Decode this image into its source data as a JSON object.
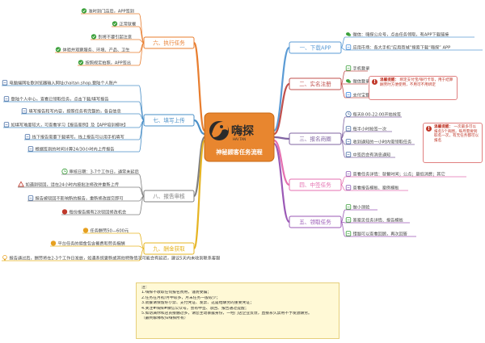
{
  "center": {
    "logo_cn": "嗨探",
    "logo_en": "HAI TAN",
    "subtitle": "神秘顾客任务流程"
  },
  "branches": [
    {
      "key": "b1",
      "label": "一、下载APP",
      "color": "#5b9bd5",
      "leaves": [
        {
          "text": "微信：嗨探公众号，点击任务领取，有APP下载链接",
          "icon": "wechat-icon",
          "color": "#3aa03a"
        },
        {
          "text": "应用市场：各大手机“应用商城”搜索下载“嗨探” APP",
          "icon": "app-store-icon",
          "color": "#4a90d9"
        }
      ]
    },
    {
      "key": "b2",
      "label": "二、实名注册",
      "color": "#c0504d",
      "leaves": [
        {
          "text": "手机登录",
          "icon": "phone-icon",
          "color": "#3aa03a"
        },
        {
          "text": "微信登录",
          "icon": "wechat-icon",
          "color": "#3aa03a"
        },
        {
          "text": "支付宝登录",
          "icon": "alipay-icon",
          "color": "#2b7de0"
        }
      ]
    },
    {
      "key": "b3",
      "label": "三、报名商圈",
      "color": "#8064a2",
      "leaves": [
        {
          "text": "每天8:00-22:00开始抢签",
          "icon": "clock-icon",
          "color": "#4a6fa5"
        },
        {
          "text": "每半小时抢签一次",
          "icon": "refresh-icon",
          "color": "#4a6fa5"
        },
        {
          "text": "收到通知的一小时内需领取任务",
          "icon": "bell-icon",
          "color": "#4a6fa5"
        },
        {
          "text": "中签后会有消息通知",
          "icon": "message-icon",
          "color": "#4a6fa5"
        }
      ]
    },
    {
      "key": "b4",
      "label": "四、中签任务",
      "color": "#e56fb0",
      "leaves": [
        {
          "text": "查看任务详情：就餐时间；公点；最低消费；其它",
          "icon": "eye-icon",
          "color": "#8a5ab5"
        },
        {
          "text": "查看报告模板、案例模板",
          "icon": "document-icon",
          "color": "#8a5ab5"
        }
      ]
    },
    {
      "key": "b5",
      "label": "五、领取任务",
      "color": "#9b59b6",
      "leaves": [
        {
          "text": "做小测验",
          "icon": "quiz-icon",
          "color": "#3aa03a"
        },
        {
          "text": "答案见任务详情、报告模板",
          "icon": "clipboard-icon",
          "color": "#3aa03a"
        },
        {
          "text": "错题可以查看回顾，再次回答",
          "icon": "review-icon",
          "color": "#3aa03a"
        }
      ]
    },
    {
      "key": "b6",
      "label": "六、执行任务",
      "color": "#e87d2e",
      "leaves": [
        {
          "text": "准时到门店后，APP签到",
          "icon": "check-icon",
          "color": "#3aa03a"
        },
        {
          "text": "正常就餐",
          "icon": "check-icon",
          "color": "#3aa03a"
        },
        {
          "text": "别将不要引起注意",
          "icon": "check-icon",
          "color": "#3aa03a"
        },
        {
          "text": "体验并观察服务、环境、产品、卫生",
          "icon": "check-icon",
          "color": "#3aa03a"
        },
        {
          "text": "按照规定拍照，APP签出",
          "icon": "check-icon",
          "color": "#3aa03a"
        }
      ]
    },
    {
      "key": "b7",
      "label": "七、填写上传",
      "color": "#4a8fc7",
      "leaves": [
        {
          "text": "电脑端网址歌浏览器输入网址chaitan.shop,登陆个人账户",
          "icon": "computer-icon",
          "color": "#4a6fa5"
        },
        {
          "text": "登陆个人中心，查看已领取任务，点击下载/填写报告",
          "icon": "edit-icon",
          "color": "#4a6fa5"
        },
        {
          "text": "填写报告和写内容，按照任务有完整的，各自信息",
          "icon": "form-icon",
          "color": "#4a6fa5"
        },
        {
          "text": "如填写难度较大，可查看学习【报告案例】及【APP培训模块】",
          "icon": "help-icon",
          "color": "#4a6fa5"
        },
        {
          "text": "线下报告需要下载填写，线上报告可以用手机填写",
          "icon": "download-icon",
          "color": "#4a6fa5"
        },
        {
          "text": "根据签到的时间计算24/30小时内上传报告",
          "icon": "upload-icon",
          "color": "#4a6fa5"
        }
      ]
    },
    {
      "key": "b8",
      "label": "八、报告审核",
      "color": "#7f7f7f",
      "leaves": [
        {
          "text": "审核日期：3-7个工作日，通常未延后",
          "icon": "hourglass-icon",
          "color": "#3aa03a"
        },
        {
          "text": "如遇到驳回，请在24小时内按批注修改并重新上传",
          "icon": "warning-icon",
          "color": "#c0392b"
        },
        {
          "text": "报告被驳回不影响新的报告，重新修改提交即可",
          "icon": "info-icon",
          "color": "#4a6fa5"
        },
        {
          "text": "每份报告拥有2次驳回修改机会",
          "icon": "chance-icon",
          "color": "#c0392b"
        }
      ]
    },
    {
      "key": "b9",
      "label": "九、酬金获取",
      "color": "#e6b422",
      "leaves": [
        {
          "text": "任务酬劳50—600元",
          "icon": "money-icon",
          "color": "#e6a020"
        },
        {
          "text": "平台任务的佣金包含餐费和劳务报酬",
          "icon": "wallet-icon",
          "color": "#e6a020"
        },
        {
          "text": "报告通过后，酬劳将在2-3个工作日发放，如遇系统更新或其他特殊情况可能会有延迟，建议5天内未收到联系客服",
          "icon": "lightbulb-icon",
          "color": "#e6a020"
        }
      ]
    }
  ],
  "callouts": {
    "register": {
      "title": "温馨提醒：",
      "text": "绑定支付宝/银行卡等，用于结算酬劳时方便使用，不用可不用绑定"
    },
    "signup": {
      "title": "温馨提醒：",
      "text": "一次最多可以报名5个商圈，每月需要到取名一次，有无任务都可以报名"
    }
  },
  "note": {
    "title": "注：",
    "lines": [
      "1.嗨探不收取任何报名费用，谨防受骗；",
      "2.任务在月初/月中较多，月末任务一般较少；",
      "3.就餐请保留好小票、支付凭证、发票、这是给酬劳的重要凭证；",
      "4.关注#嗨探#微信公众号，会有中签、驳回、报告通过提醒；",
      "5.如访满你和店员接触过多，请您主动暴露身份，一经门店企业反馈，直接永久禁用不予发放酬劳。",
      "（最终解释权归嗨探所有）"
    ]
  }
}
